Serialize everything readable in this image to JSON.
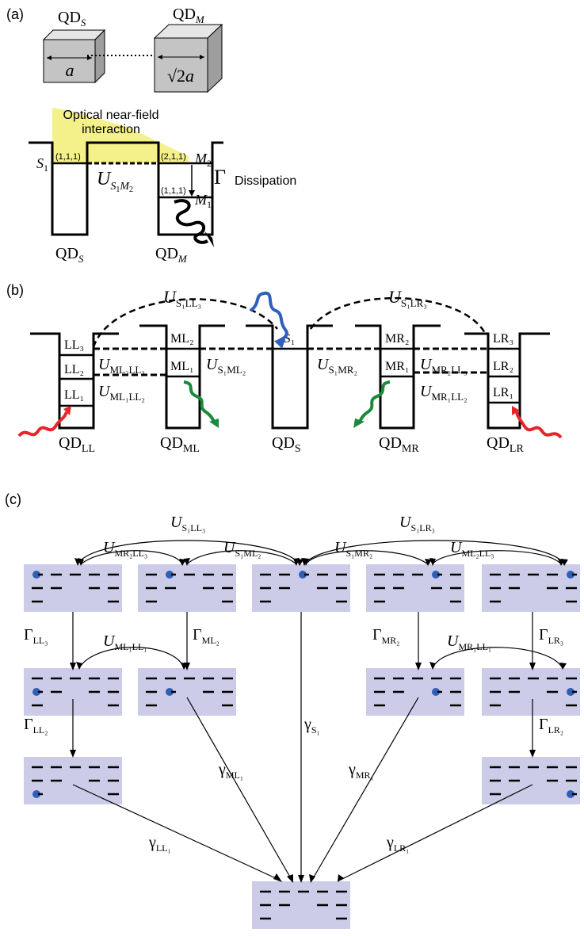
{
  "panel_a": {
    "label": "(a)",
    "qd_s_main": "QD",
    "qd_s_sub": "S",
    "qd_m_main": "QD",
    "qd_m_sub": "M",
    "size_s": "a",
    "size_m_prefix": "√2",
    "size_m_var": "a",
    "optical_line1": "Optical near-field",
    "optical_line2": "interaction",
    "level_s": "(1,1,1)",
    "level_m2": "(2,1,1)",
    "level_m1": "(1,1,1)",
    "s1_main": "S",
    "s1_sub": "1",
    "m2_main": "M",
    "m2_sub": "2",
    "m1_main": "M",
    "m1_sub": "1",
    "coupling_main": "U",
    "coupling_sub1": "S",
    "coupling_sub1b": "1",
    "coupling_sub2": "M",
    "coupling_sub2b": "2",
    "gamma_symbol": "Γ",
    "dissipation": "Dissipation",
    "bottom_s_main": "QD",
    "bottom_s_sub": "S",
    "bottom_m_main": "QD",
    "bottom_m_sub": "M"
  },
  "panel_b": {
    "label": "(b)",
    "arc_left_main": "U",
    "arc_left_sub": "S₁LL₃",
    "arc_right_main": "U",
    "arc_right_sub": "S₁LR₃",
    "ll_levels": [
      "LL₃",
      "LL₂",
      "LL₁"
    ],
    "ml_levels": [
      "ML₂",
      "ML₁"
    ],
    "mr_levels": [
      "MR₂",
      "MR₁"
    ],
    "lr_levels": [
      "LR₃",
      "LR₂",
      "LR₁"
    ],
    "s1": "S₁",
    "u_ml2ll3": "ML₂LL₃",
    "u_ml1ll2": "ML₁LL₂",
    "u_s1ml2": "S₁ML₂",
    "u_s1mr2": "S₁MR₂",
    "u_mr2ll3": "MR₂LL₃",
    "u_mr1ll2": "MR₁LL₂",
    "u_letter": "U",
    "qd_main": "QD",
    "qd_ll": "LL",
    "qd_ml": "ML",
    "qd_s": "S",
    "qd_mr": "MR",
    "qd_lr": "LR"
  },
  "panel_c": {
    "label": "(c)",
    "u_letter": "U",
    "u_s1ll3": "S₁LL₃",
    "u_s1lr3": "S₁LR₃",
    "u_mr2ll3": "MR₂LL₃",
    "u_s1ml2": "S₁ML₂",
    "u_s1mr2": "S₁MR₂",
    "u_ml2ll3": "ML₂LL₃",
    "u_ml1ll1": "ML₁LL₁",
    "u_mr1ll1": "MR₁LL₁",
    "gamma_cap": "Γ",
    "g_ll3": "LL₃",
    "g_ml2": "ML₂",
    "g_mr2": "MR₂",
    "g_lr3": "LR₃",
    "g_ll2": "LL₂",
    "g_lr2": "LR₂",
    "gamma_small": "γ",
    "y_s1": "S₁",
    "y_ml1": "ML₁",
    "y_mr1": "MR₁",
    "y_ll1": "LL₁",
    "y_lr1": "LR₁"
  },
  "colors": {
    "box_fill": "#cccce8",
    "dot": "#2f5fb5",
    "highlight": "#f4f08a",
    "photon_red": "#e8242a",
    "photon_blue": "#2e5fbf",
    "photon_green": "#1a8a3c",
    "line": "#000000"
  }
}
